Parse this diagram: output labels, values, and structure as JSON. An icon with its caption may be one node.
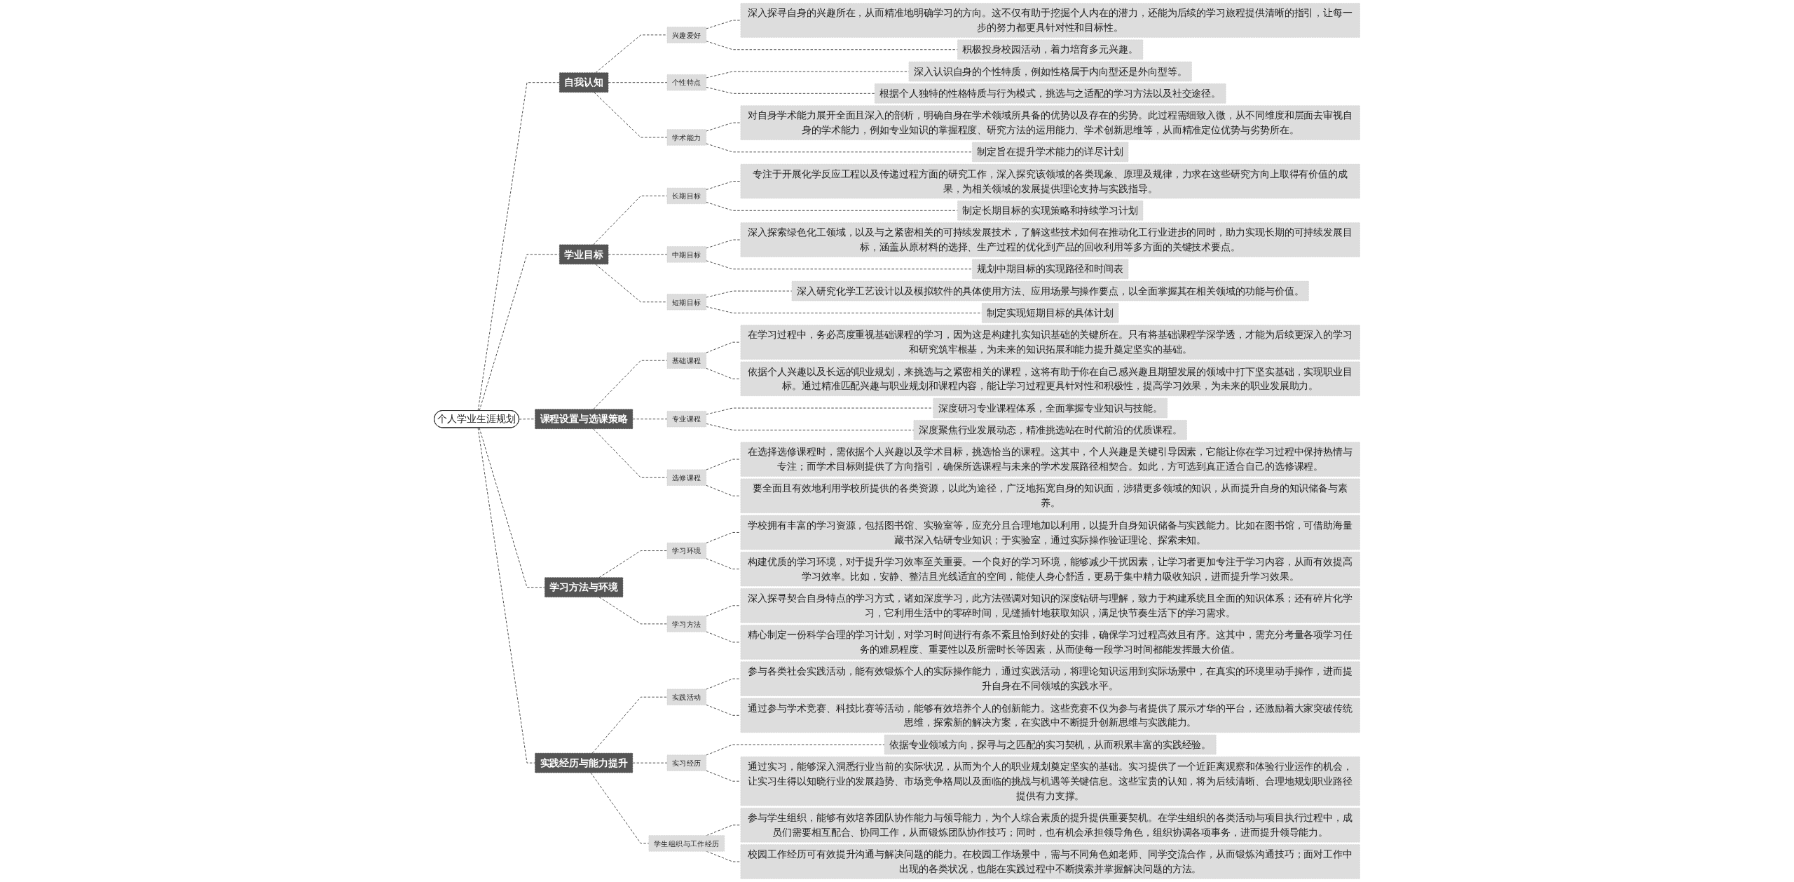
{
  "diagram": {
    "nodes": [
      {
        "text": [
          "个人学业生涯规划"
        ]
      },
      {
        "text": [
          "自我认知"
        ]
      },
      {
        "text": [
          "兴趣爱好"
        ]
      },
      {
        "text": [
          "深入探寻自身的兴趣所在，从而精准地明确学习的方向。这不仅有助于挖掘个人内在的潜力，还能为后续的学习旅程提供清晰的指引，让每一步的努力都更具针对性和目标性。"
        ]
      },
      {
        "text": [
          "积极投身校园活动，着力培育多元兴趣。"
        ]
      },
      {
        "text": [
          "个性特点"
        ]
      },
      {
        "text": [
          "深入认识自身的个性特质，例如性格属于内向型还是外向型等。"
        ]
      },
      {
        "text": [
          "根据个人独特的性格特质与行为模式，挑选与之适配的学习方法以及社交途径。"
        ]
      },
      {
        "text": [
          "学术能力"
        ]
      },
      {
        "text": [
          "对自身学术能力展开全面且深入的剖析，明确自身在学术领域所具备的优势以及存在的劣势。此过程需细致入微，从不同维度和层面去审视自身的学术能力，例如专业知识的掌握程度、研究方法的运用能力、学术创新思维等，从而精准定位优势与劣势所在。"
        ]
      },
      {
        "text": [
          "制定旨在提升学术能力的详尽计划"
        ]
      },
      {
        "text": [
          "学业目标"
        ]
      },
      {
        "text": [
          "长期目标"
        ]
      },
      {
        "text": [
          "专注于开展化学反应工程以及传递过程方面的研究工作，深入探究该领域的各类现象、原理及规律，力求在这些研究方向上取得有价值的成果，为相关领域的发展提供理论支持与实践指导。"
        ]
      },
      {
        "text": [
          "制定长期目标的实现策略和持续学习计划"
        ]
      },
      {
        "text": [
          "中期目标"
        ]
      },
      {
        "text": [
          "深入探索绿色化工领域，以及与之紧密相关的可持续发展技术，了解这些技术如何在推动化工行业进步的同时，助力实现长期的可持续发展目标，涵盖从原材料的选择、生产过程的优化到产品的回收利用等多方面的关键技术要点。"
        ]
      },
      {
        "text": [
          "规划中期目标的实现路径和时间表"
        ]
      },
      {
        "text": [
          "短期目标"
        ]
      },
      {
        "text": [
          "深入研究化学工艺设计以及模拟软件的具体使用方法、应用场景与操作要点，以全面掌握其在相关领域的功能与价值。"
        ]
      },
      {
        "text": [
          "制定实现短期目标的具体计划"
        ]
      },
      {
        "text": [
          "课程设置与选课策略"
        ]
      },
      {
        "text": [
          "基础课程"
        ]
      },
      {
        "text": [
          "在学习过程中，务必高度重视基础课程的学习，因为这是构建扎实知识基础的关键所在。只有将基础课程学深学透，才能为后续更深入的学习和研究筑牢根基，为未来的知识拓展和能力提升奠定坚实的基础。"
        ]
      },
      {
        "text": [
          "依据个人兴趣以及长远的职业规划，来挑选与之紧密相关的课程，这将有助于你在自己感兴趣且期望发展的领域中打下坚实基础，实现职业目标。通过精准匹配兴趣与职业规划和课程内容，能让学习过程更具针对性和积极性，提高学习效果，为未来的职业发展助力。"
        ]
      },
      {
        "text": [
          "专业课程"
        ]
      },
      {
        "text": [
          "深度研习专业课程体系，全面掌握专业知识与技能。"
        ]
      },
      {
        "text": [
          "深度聚焦行业发展动态，精准挑选站在时代前沿的优质课程。"
        ]
      },
      {
        "text": [
          "选修课程"
        ]
      },
      {
        "text": [
          "在选择选修课程时，需依据个人兴趣以及学术目标，挑选恰当的课程。这其中，个人兴趣是关键引导因素，它能让你在学习过程中保持热情与专注；而学术目标则提供了方向指引，确保所选课程与未来的学术发展路径相契合。如此，方可选到真正适合自己的选修课程。"
        ]
      },
      {
        "text": [
          "要全面且有效地利用学校所提供的各类资源，以此为途径，广泛地拓宽自身的知识面，涉猎更多领域的知识，从而提升自身的知识储备与素养。"
        ]
      },
      {
        "text": [
          "学习方法与环境"
        ]
      },
      {
        "text": [
          "学习环境"
        ]
      },
      {
        "text": [
          "学校拥有丰富的学习资源，包括图书馆、实验室等，应充分且合理地加以利用，以提升自身知识储备与实践能力。比如在图书馆，可借助海量藏书深入钻研专业知识；于实验室，通过实际操作验证理论、探索未知。"
        ]
      },
      {
        "text": [
          "构建优质的学习环境，对于提升学习效率至关重要。一个良好的学习环境，能够减少干扰因素，让学习者更加专注于学习内容，从而有效提高学习效率。比如，安静、整洁且光线适宜的空间，能使人身心舒适，更易于集中精力吸收知识，进而提升学习效果。"
        ]
      },
      {
        "text": [
          "学习方法"
        ]
      },
      {
        "text": [
          "深入探寻契合自身特点的学习方式，诸如深度学习，此方法强调对知识的深度钻研与理解，致力于构建系统且全面的知识体系；还有碎片化学习，它利用生活中的零碎时间，见缝插针地获取知识，满足快节奏生活下的学习需求。"
        ]
      },
      {
        "text": [
          "精心制定一份科学合理的学习计划，对学习时间进行有条不紊且恰到好处的安排，确保学习过程高效且有序。这其中，需充分考量各项学习任务的难易程度、重要性以及所需时长等因素，从而使每一段学习时间都能发挥最大价值。"
        ]
      },
      {
        "text": [
          "实践经历与能力提升"
        ]
      },
      {
        "text": [
          "实践活动"
        ]
      },
      {
        "text": [
          "参与各类社会实践活动，能有效锻炼个人的实际操作能力，通过实践活动，将理论知识运用到实际场景中，在真实的环境里动手操作，进而提升自身在不同领域的实践水平。"
        ]
      },
      {
        "text": [
          "通过参与学术竞赛、科技比赛等活动，能够有效培养个人的创新能力。这些竞赛不仅为参与者提供了展示才华的平台，还激励着大家突破传统思维，探索新的解决方案，在实践中不断提升创新思维与实践能力。"
        ]
      },
      {
        "text": [
          "实习经历"
        ]
      },
      {
        "text": [
          "依据专业领域方向，探寻与之匹配的实习契机，从而积累丰富的实践经验。"
        ]
      },
      {
        "text": [
          "通过实习，能够深入洞悉行业当前的实际状况，从而为个人的职业规划奠定坚实的基础。实习提供了一个近距离观察和体验行业运作的机会，让实习生得以知晓行业的发展趋势、市场竞争格局以及面临的挑战与机遇等关键信息。这些宝贵的认知，将为后续清晰、合理地规划职业路径提供有力支撑。"
        ]
      },
      {
        "text": [
          "学生组织与工作经历"
        ]
      },
      {
        "text": [
          "参与学生组织，能够有效培养团队协作能力与领导能力，为个人综合素质的提升提供重要契机。在学生组织的各类活动与项目执行过程中，成员们需要相互配合、协同工作，从而锻炼团队协作技巧；同时，也有机会承担领导角色，组织协调各项事务，进而提升领导能力。"
        ]
      },
      {
        "text": [
          "校园工作经历可有效提升沟通与解决问题的能力。在校园工作场景中，需与不同角色如老师、同学交流合作，从而锻炼沟通技巧；面对工作中出现的各类状况，也能在实践过程中不断摸索并掌握解决问题的方法。"
        ]
      }
    ],
    "edges": [
      {
        "from": 0,
        "to": 1,
        "arrow": "none",
        "style": "dashed"
      },
      {
        "from": 1,
        "to": 2,
        "arrow": "none",
        "style": "dashed"
      },
      {
        "from": 2,
        "to": 3,
        "arrow": "none",
        "style": "dashed"
      },
      {
        "from": 2,
        "to": 4,
        "arrow": "none",
        "style": "dashed"
      },
      {
        "from": 1,
        "to": 5,
        "arrow": "none",
        "style": "dashed"
      },
      {
        "from": 5,
        "to": 6,
        "arrow": "none",
        "style": "dashed"
      },
      {
        "from": 5,
        "to": 7,
        "arrow": "none",
        "style": "dashed"
      },
      {
        "from": 1,
        "to": 8,
        "arrow": "none",
        "style": "dashed"
      },
      {
        "from": 8,
        "to": 9,
        "arrow": "none",
        "style": "dashed"
      },
      {
        "from": 8,
        "to": 10,
        "arrow": "none",
        "style": "dashed"
      },
      {
        "from": 0,
        "to": 11,
        "arrow": "none",
        "style": "dashed"
      },
      {
        "from": 11,
        "to": 12,
        "arrow": "none",
        "style": "dashed"
      },
      {
        "from": 12,
        "to": 13,
        "arrow": "none",
        "style": "dashed"
      },
      {
        "from": 12,
        "to": 14,
        "arrow": "none",
        "style": "dashed"
      },
      {
        "from": 11,
        "to": 15,
        "arrow": "none",
        "style": "dashed"
      },
      {
        "from": 15,
        "to": 16,
        "arrow": "none",
        "style": "dashed"
      },
      {
        "from": 15,
        "to": 17,
        "arrow": "none",
        "style": "dashed"
      },
      {
        "from": 11,
        "to": 18,
        "arrow": "none",
        "style": "dashed"
      },
      {
        "from": 18,
        "to": 19,
        "arrow": "none",
        "style": "dashed"
      },
      {
        "from": 18,
        "to": 20,
        "arrow": "none",
        "style": "dashed"
      },
      {
        "from": 0,
        "to": 21,
        "arrow": "none",
        "style": "dashed"
      },
      {
        "from": 21,
        "to": 22,
        "arrow": "none",
        "style": "dashed"
      },
      {
        "from": 22,
        "to": 23,
        "arrow": "none",
        "style": "dashed"
      },
      {
        "from": 22,
        "to": 24,
        "arrow": "none",
        "style": "dashed"
      },
      {
        "from": 21,
        "to": 25,
        "arrow": "none",
        "style": "dashed"
      },
      {
        "from": 25,
        "to": 26,
        "arrow": "none",
        "style": "dashed"
      },
      {
        "from": 25,
        "to": 27,
        "arrow": "none",
        "style": "dashed"
      },
      {
        "from": 21,
        "to": 28,
        "arrow": "none",
        "style": "dashed"
      },
      {
        "from": 28,
        "to": 29,
        "arrow": "none",
        "style": "dashed"
      },
      {
        "from": 28,
        "to": 30,
        "arrow": "none",
        "style": "dashed"
      },
      {
        "from": 0,
        "to": 31,
        "arrow": "none",
        "style": "dashed"
      },
      {
        "from": 31,
        "to": 32,
        "arrow": "none",
        "style": "dashed"
      },
      {
        "from": 32,
        "to": 33,
        "arrow": "none",
        "style": "dashed"
      },
      {
        "from": 32,
        "to": 34,
        "arrow": "none",
        "style": "dashed"
      },
      {
        "from": 31,
        "to": 35,
        "arrow": "none",
        "style": "dashed"
      },
      {
        "from": 35,
        "to": 36,
        "arrow": "none",
        "style": "dashed"
      },
      {
        "from": 35,
        "to": 37,
        "arrow": "none",
        "style": "dashed"
      },
      {
        "from": 0,
        "to": 38,
        "arrow": "none",
        "style": "dashed"
      },
      {
        "from": 38,
        "to": 39,
        "arrow": "none",
        "style": "dashed"
      },
      {
        "from": 39,
        "to": 40,
        "arrow": "none",
        "style": "dashed"
      },
      {
        "from": 39,
        "to": 41,
        "arrow": "none",
        "style": "dashed"
      },
      {
        "from": 38,
        "to": 42,
        "arrow": "none",
        "style": "dashed"
      },
      {
        "from": 42,
        "to": 43,
        "arrow": "none",
        "style": "dashed"
      },
      {
        "from": 42,
        "to": 44,
        "arrow": "none",
        "style": "dashed"
      },
      {
        "from": 38,
        "to": 45,
        "arrow": "none",
        "style": "dashed"
      },
      {
        "from": 45,
        "to": 46,
        "arrow": "none",
        "style": "dashed"
      },
      {
        "from": 45,
        "to": 47,
        "arrow": "none",
        "style": "dashed"
      }
    ]
  }
}
